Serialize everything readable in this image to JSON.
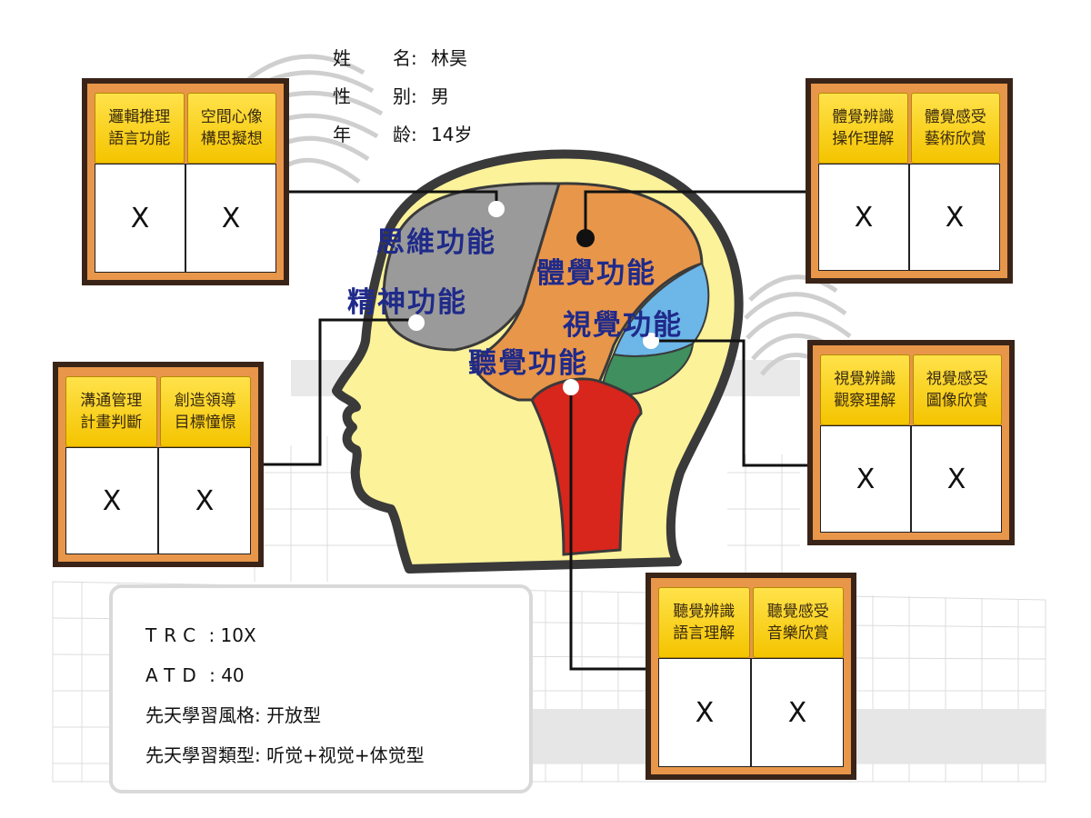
{
  "profile": {
    "name_label": "姓　　名",
    "name_value": "林昊",
    "gender_label": "性　　别",
    "gender_value": "男",
    "age_label": "年　　龄",
    "age_value": "14岁"
  },
  "brain_functions": {
    "thinking": "思維功能",
    "mental": "精神功能",
    "body": "體覺功能",
    "visual": "視覺功能",
    "auditory": "聽覺功能"
  },
  "boxes": {
    "thinking": {
      "heads": [
        "邏輯推理\n語言功能",
        "空間心像\n構思擬想"
      ],
      "values": [
        "X",
        "X"
      ]
    },
    "mental": {
      "heads": [
        "溝通管理\n計畫判斷",
        "創造領導\n目標憧憬"
      ],
      "values": [
        "X",
        "X"
      ]
    },
    "body": {
      "heads": [
        "體覺辨識\n操作理解",
        "體覺感受\n藝術欣賞"
      ],
      "values": [
        "X",
        "X"
      ]
    },
    "visual": {
      "heads": [
        "視覺辨識\n觀察理解",
        "視覺感受\n圖像欣賞"
      ],
      "values": [
        "X",
        "X"
      ]
    },
    "auditory": {
      "heads": [
        "聽覺辨識\n語言理解",
        "聽覺感受\n音樂欣賞"
      ],
      "values": [
        "X",
        "X"
      ]
    }
  },
  "summary": {
    "trc_label": "TRC",
    "trc_value": "10X",
    "atd_label": "ATD",
    "atd_value": "40",
    "style_label": "先天學習風格",
    "style_value": "开放型",
    "type_label": "先天學習類型",
    "type_value": "听觉+视觉+体觉型"
  },
  "colors": {
    "box_fill": "#e8964a",
    "box_border": "#3a2418",
    "header_yellow": "#f4c400",
    "label_blue": "#1f2a8a",
    "brain_gray": "#9a9a9a",
    "brain_orange": "#e8964a",
    "brain_blue": "#6cb6e8",
    "brain_green": "#3f8f5f",
    "brain_red": "#d8261c",
    "head_yellow": "#fbf29a"
  }
}
